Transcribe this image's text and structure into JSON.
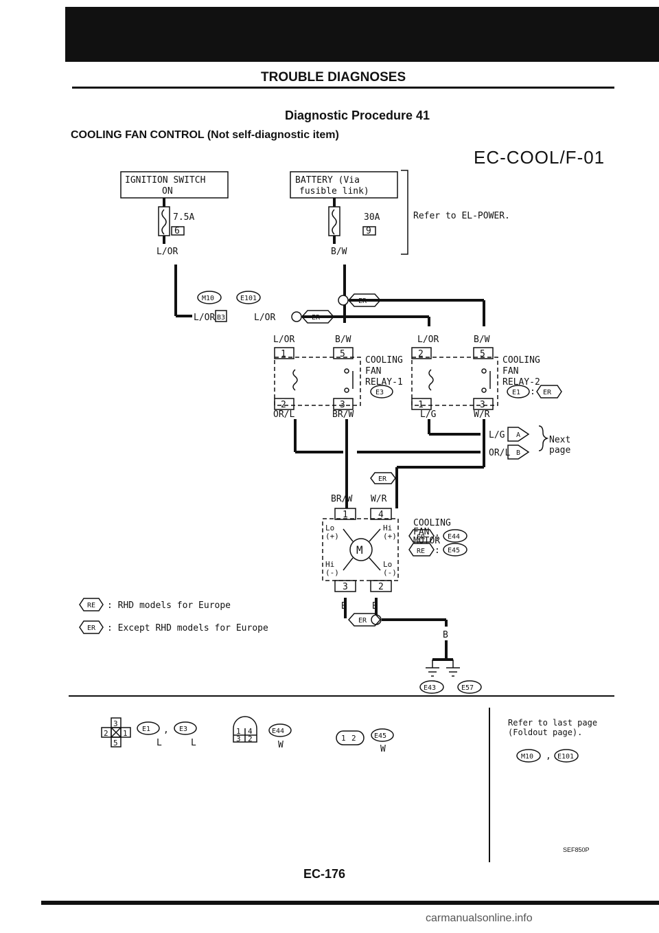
{
  "header": {
    "title": "TROUBLE DIAGNOSES"
  },
  "section": {
    "title": "Diagnostic Procedure 41",
    "subtitle": "COOLING FAN CONTROL (Not self-diagnostic item)",
    "code": "EC-COOL/F-01"
  },
  "power": {
    "ignition": {
      "line1": "IGNITION SWITCH",
      "line2": "ON",
      "fuse": "7.5A",
      "num": "6",
      "wire": "L/OR"
    },
    "battery": {
      "line1": "BATTERY (Via",
      "line2": "fusible link)",
      "fuse": "30A",
      "num": "9",
      "wire": "B/W"
    },
    "refer": "Refer to EL-POWER."
  },
  "connectors_top": {
    "m10": "M10",
    "e101": "E101",
    "b3": "B3",
    "wire_left": "L/OR",
    "wire_right": "L/OR",
    "er": "ER"
  },
  "relay1": {
    "name1": "COOLING",
    "name2": "FAN",
    "name3": "RELAY-1",
    "conn": "E3",
    "pins": [
      "1",
      "5",
      "2",
      "3"
    ],
    "w_top_l": "L/OR",
    "w_top_r": "B/W",
    "w_bot_l": "OR/L",
    "w_bot_r": "BR/W"
  },
  "relay2": {
    "name1": "COOLING",
    "name2": "FAN",
    "name3": "RELAY-2",
    "conn": "E1",
    "conn2": "ER",
    "pins": [
      "2",
      "5",
      "1",
      "3"
    ],
    "w_top_l": "L/OR",
    "w_top_r": "B/W",
    "w_bot_l": "L/G",
    "w_bot_r": "W/R"
  },
  "next": {
    "w1": "L/G",
    "t1": "A",
    "w2": "OR/L",
    "t2": "B",
    "label1": "Next",
    "label2": "page"
  },
  "motor": {
    "name1": "COOLING",
    "name2": "FAN",
    "name3": "MOTOR",
    "conn": "ER",
    "wire_l": "BR/W",
    "wire_r": "W/R",
    "pins": [
      "1",
      "4",
      "3",
      "2"
    ],
    "lo_p": "Lo",
    "lo_p2": "(+)",
    "hi_p": "Hi",
    "hi_p2": "(+)",
    "hi_n": "Hi",
    "hi_n2": "(-)",
    "lo_n": "Lo",
    "lo_n2": "(-)",
    "m": "M",
    "map1_k": "ER",
    "map1_v": "E44",
    "map2_k": "RE",
    "map2_v": "E45",
    "wire_b1": "B",
    "wire_b2": "B"
  },
  "ground": {
    "er": "ER",
    "wire": "B",
    "g1": "E43",
    "g2": "E57"
  },
  "legend": [
    {
      "tag": "RE",
      "text": ": RHD models for Europe"
    },
    {
      "tag": "ER",
      "text": ": Except RHD models for Europe"
    }
  ],
  "bottom": {
    "c1": {
      "pins": [
        "3",
        "2",
        "1",
        "5"
      ],
      "name1": "E1",
      "name2": "E3",
      "col1": "L",
      "col2": "L"
    },
    "c2": {
      "pins": [
        "1",
        "4",
        "3",
        "2"
      ],
      "name": "E44",
      "col": "W"
    },
    "c3": {
      "pins": [
        "1",
        "2"
      ],
      "name": "E45",
      "col": "W"
    },
    "refer1": "Refer to last page",
    "refer2": "(Foldout page).",
    "m10": "M10",
    "e101": "E101"
  },
  "mark": "SEF850P",
  "footer": {
    "page": "EC-176"
  },
  "watermark": "carmanualsonline.info"
}
